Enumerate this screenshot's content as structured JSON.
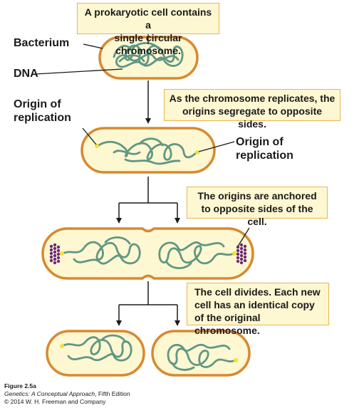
{
  "callouts": {
    "c1_line1": "A prokaryotic cell contains a",
    "c1_line2": "single circular chromosome.",
    "c2_line1": "As the chromosome replicates, the",
    "c2_line2": "origins segregate to opposite sides.",
    "c3_line1": "The origins are anchored",
    "c3_line2": "to opposite sides of the cell.",
    "c4_line1": "The cell divides. Each new",
    "c4_line2": "cell has an identical copy",
    "c4_line3": "of the original chromosome."
  },
  "labels": {
    "bacterium": "Bacterium",
    "dna": "DNA",
    "origin_left_line1": "Origin of",
    "origin_left_line2": "replication",
    "origin_right_line1": "Origin of",
    "origin_right_line2": "replication"
  },
  "caption": {
    "figure": "Figure 2.5a",
    "book_title": "Genetics: A Conceptual Approach",
    "edition": ", Fifth Edition",
    "copyright": "© 2014 W. H. Freeman and Company"
  },
  "colors": {
    "cell_fill": "#fdf7d2",
    "cell_border": "#d9892e",
    "dna": "#5f9784",
    "origin": "#f3e033",
    "anchor": "#6a2a78",
    "callout_border": "#e9b650"
  }
}
